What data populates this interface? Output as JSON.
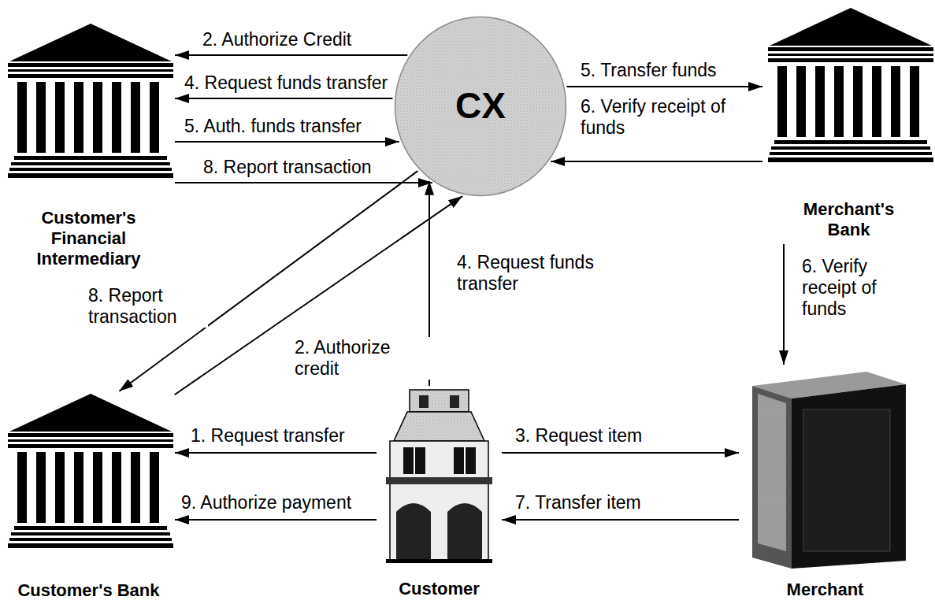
{
  "diagram": {
    "nodes": [
      {
        "text": [
          "Customer's Financial Intermediary"
        ]
      },
      {
        "text": [
          "CX"
        ]
      },
      {
        "text": [
          "Merchant's Bank"
        ]
      },
      {
        "text": [
          "Customer's Bank"
        ]
      },
      {
        "text": [
          "Customer"
        ]
      },
      {
        "text": [
          "Merchant"
        ]
      }
    ],
    "edges": [
      {
        "from": 1,
        "to": 0,
        "label": "2. Authorize Credit",
        "arrow": "to"
      },
      {
        "from": 1,
        "to": 0,
        "label": "4. Request funds transfer",
        "arrow": "to"
      },
      {
        "from": 0,
        "to": 1,
        "label": "5. Auth. funds transfer",
        "arrow": "to"
      },
      {
        "from": 0,
        "to": 1,
        "label": "8. Report transaction",
        "arrow": "to"
      },
      {
        "from": 1,
        "to": 2,
        "label": "5. Transfer funds",
        "arrow": "to"
      },
      {
        "from": 2,
        "to": 1,
        "label": "6. Verify receipt of funds",
        "arrow": "to"
      },
      {
        "from": 1,
        "to": 3,
        "label": "8. Report transaction",
        "arrow": "to"
      },
      {
        "from": 3,
        "to": 1,
        "label": "2. Authorize credit",
        "arrow": "to"
      },
      {
        "from": 4,
        "to": 1,
        "label": "4. Request funds transfer",
        "arrow": "to"
      },
      {
        "from": 2,
        "to": 5,
        "label": "6. Verify receipt of funds",
        "arrow": "to"
      },
      {
        "from": 4,
        "to": 3,
        "label": "1. Request transfer",
        "arrow": "to"
      },
      {
        "from": 4,
        "to": 3,
        "label": "9. Authorize payment",
        "arrow": "to"
      },
      {
        "from": 4,
        "to": 5,
        "label": "3. Request item",
        "arrow": "to"
      },
      {
        "from": 5,
        "to": 4,
        "label": "7. Transfer item",
        "arrow": "to"
      }
    ]
  }
}
